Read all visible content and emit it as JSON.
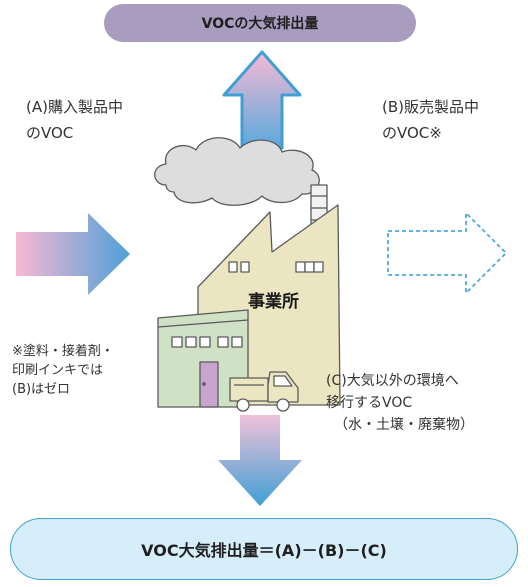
{
  "top_box": {
    "label": "VOCの大気排出量"
  },
  "bottom_box": {
    "label": "VOC大気排出量＝(A)－(B)－(C)"
  },
  "label_a": {
    "line1": "(A)購入製品中",
    "line2": "のVOC"
  },
  "label_b": {
    "line1": "(B)販売製品中",
    "line2": "のVOC※"
  },
  "factory": {
    "name": "事業所"
  },
  "note": {
    "line1": "※塗料・接着剤・",
    "line2": "印刷インキでは",
    "line3": "(B)はゼロ"
  },
  "label_c": {
    "line1": "(C)大気以外の環境へ",
    "line2": "移行するVOC",
    "line3": "（水・土壌・廃棄物）"
  },
  "colors": {
    "air_accent": "#a89cbf",
    "result_accent": "#3f9fd4",
    "input_arrow_start": "#f6b8d2",
    "input_arrow_end": "#3f9fd4"
  }
}
